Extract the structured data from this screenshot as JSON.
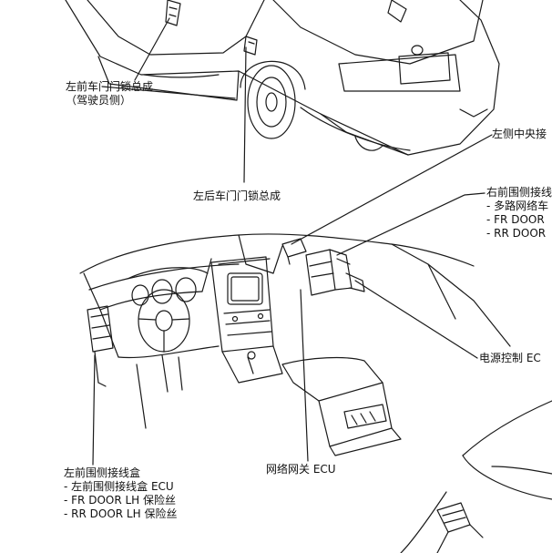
{
  "labels": {
    "fl_door_lock": {
      "line1": "左前车门门锁总成",
      "line2": "（驾驶员侧）"
    },
    "rl_door_lock": "左后车门门锁总成",
    "left_center_junction": "左侧中央接",
    "right_cowl_junction": {
      "line1": "右前围侧接线",
      "line2": "- 多路网络车",
      "line3": "- FR DOOR",
      "line4": "- RR DOOR"
    },
    "power_control_ecu": "电源控制 EC",
    "gateway_ecu": "网络网关 ECU",
    "left_cowl_junction": {
      "line1": "左前围侧接线盒",
      "line2": "- 左前围侧接线盒 ECU",
      "line3": "- FR DOOR LH 保险丝",
      "line4": "- RR DOOR LH 保险丝"
    }
  }
}
